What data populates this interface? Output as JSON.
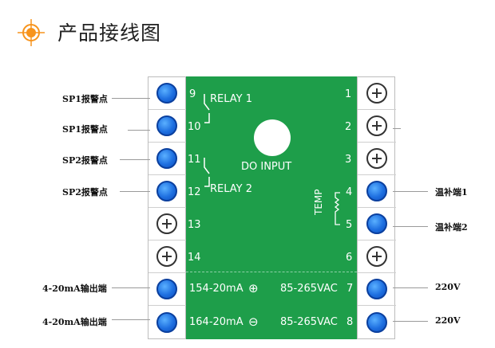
{
  "title": "产品接线图",
  "board": {
    "relay1": "RELAY 1",
    "relay2": "RELAY 2",
    "do_input": "DO INPUT",
    "temp": "TEMP",
    "row7_left": "154-20mA",
    "row7_right": "85-265VAC",
    "row8_left": "164-20mA",
    "row8_right": "85-265VAC"
  },
  "left_terminals": [
    {
      "num": "9",
      "type": "blue",
      "label": "SP1报警点"
    },
    {
      "num": "10",
      "type": "blue",
      "label": "SP1报警点"
    },
    {
      "num": "11",
      "type": "blue",
      "label": "SP2报警点"
    },
    {
      "num": "12",
      "type": "blue",
      "label": "SP2报警点"
    },
    {
      "num": "13",
      "type": "white",
      "label": ""
    },
    {
      "num": "14",
      "type": "white",
      "label": ""
    },
    {
      "num": "",
      "type": "blue",
      "label": "4-20mA输出端"
    },
    {
      "num": "",
      "type": "blue",
      "label": "4-20mA输出端"
    }
  ],
  "right_terminals": [
    {
      "num": "1",
      "type": "white",
      "label": ""
    },
    {
      "num": "2",
      "type": "white",
      "label": ""
    },
    {
      "num": "3",
      "type": "white",
      "label": ""
    },
    {
      "num": "4",
      "type": "blue",
      "label": "温补端1"
    },
    {
      "num": "5",
      "type": "blue",
      "label": "温补端2"
    },
    {
      "num": "6",
      "type": "white",
      "label": ""
    },
    {
      "num": "7",
      "type": "blue",
      "label": "220V"
    },
    {
      "num": "8",
      "type": "blue",
      "label": "220V"
    }
  ],
  "colors": {
    "board": "#1e9e4a",
    "accent": "#f7941d",
    "screw_blue": "#1e6fe0"
  }
}
